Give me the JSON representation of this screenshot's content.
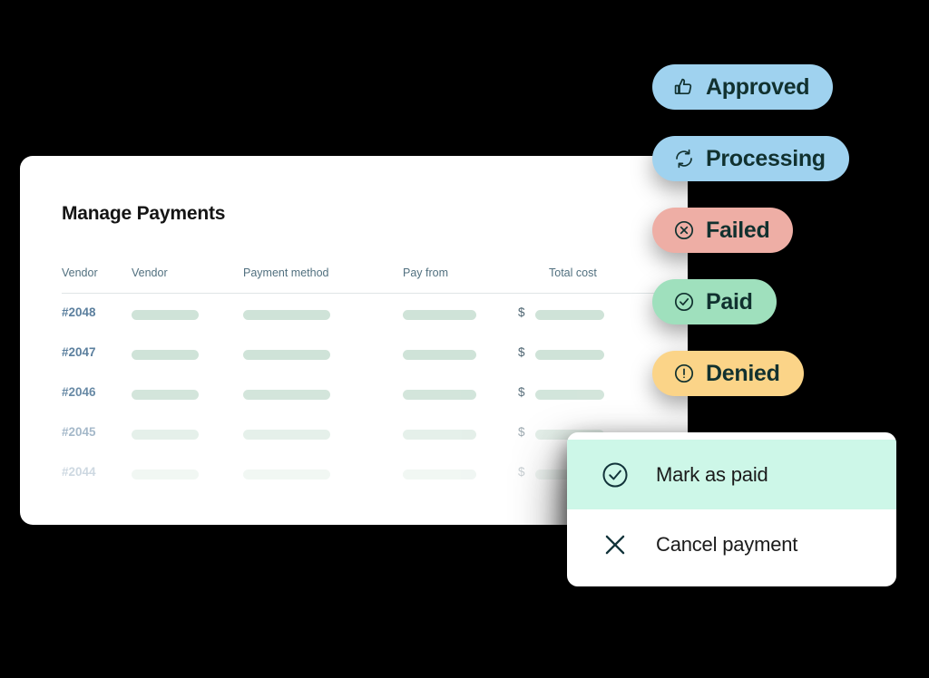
{
  "card": {
    "title": "Manage Payments",
    "table": {
      "columns": [
        "Vendor",
        "Vendor",
        "Payment method",
        "Pay from",
        "Total cost"
      ],
      "currency_symbol": "$",
      "rows": [
        {
          "id": "#2048"
        },
        {
          "id": "#2047"
        },
        {
          "id": "#2046"
        },
        {
          "id": "#2045"
        },
        {
          "id": "#2044"
        }
      ]
    }
  },
  "status_pills": [
    {
      "label": "Approved",
      "icon": "thumbs-up-icon",
      "bg": "#9fd2ef",
      "text": "#11312f"
    },
    {
      "label": "Processing",
      "icon": "refresh-icon",
      "bg": "#9fd2ef",
      "text": "#11312f"
    },
    {
      "label": "Failed",
      "icon": "x-circle-icon",
      "bg": "#eeaea5",
      "text": "#11312f"
    },
    {
      "label": "Paid",
      "icon": "check-circle-icon",
      "bg": "#9fe0bd",
      "text": "#11312f"
    },
    {
      "label": "Denied",
      "icon": "exclamation-circle-icon",
      "bg": "#fbd488",
      "text": "#11312f"
    }
  ],
  "dropdown": {
    "items": [
      {
        "label": "Mark as paid",
        "icon": "check-circle-icon",
        "highlighted": true
      },
      {
        "label": "Cancel payment",
        "icon": "close-x-icon",
        "highlighted": false
      }
    ],
    "highlight_color": "#cdf7e8"
  },
  "colors": {
    "background": "#000000",
    "card_surface": "#ffffff",
    "vendor_id": "#5b7f9e",
    "column_header": "#51707f",
    "placeholder_bar": "#cfe3d8",
    "title": "#141414"
  }
}
